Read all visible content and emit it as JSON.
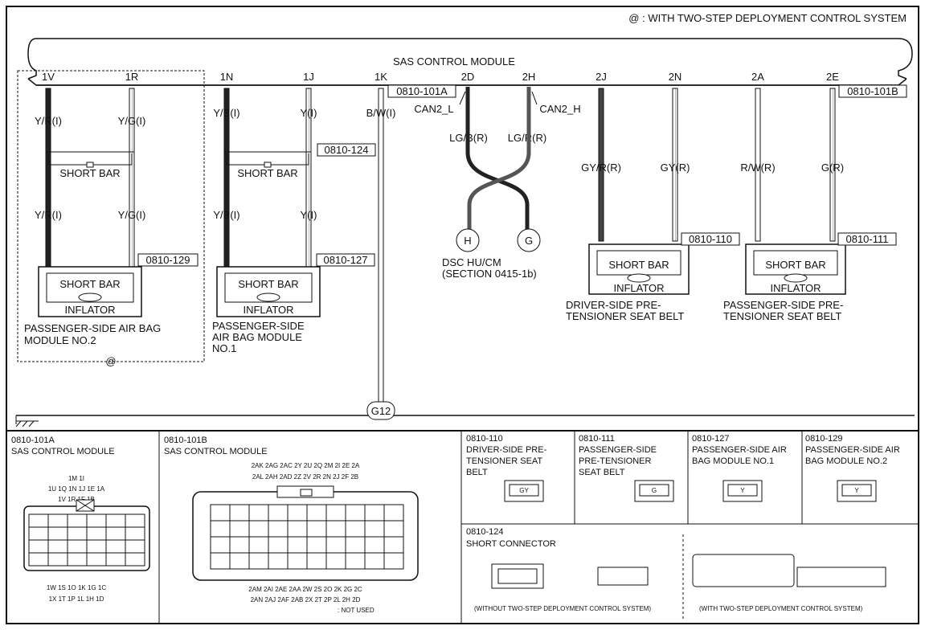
{
  "header_note": "@ : WITH TWO-STEP DEPLOYMENT CONTROL SYSTEM",
  "module_title": "SAS CONTROL MODULE",
  "at_marker": "@",
  "pins": [
    "1V",
    "1R",
    "1N",
    "1J",
    "1K",
    "2D",
    "2H",
    "2J",
    "2N",
    "2A",
    "2E"
  ],
  "wires": [
    "Y/R(I)",
    "Y/G(I)",
    "Y/B(I)",
    "Y(I)",
    "B/W(I)",
    "LG/B(R)",
    "LG/R(R)",
    "GY/R(R)",
    "GY(R)",
    "R/W(R)",
    "G(R)"
  ],
  "labels": {
    "short_bar": "SHORT BAR",
    "inflator": "INFLATOR"
  },
  "connector_ids": {
    "a101": "0810-101A",
    "b101": "0810-101B",
    "c124": "0810-124",
    "c127": "0810-127",
    "c129": "0810-129",
    "c110": "0810-110",
    "c111": "0810-111"
  },
  "can": {
    "l": "CAN2_L",
    "h": "CAN2_H",
    "node_h": "H",
    "node_g": "G"
  },
  "ground": "G12",
  "components": {
    "pass_no2_l1": "PASSENGER-SIDE AIR BAG",
    "pass_no2_l2": "MODULE NO.2",
    "pass_no1_l1": "PASSENGER-SIDE",
    "pass_no1_l2": "AIR BAG MODULE",
    "pass_no1_l3": "NO.1",
    "dsc_l1": "DSC HU/CM",
    "dsc_l2": "(SECTION 0415-1b)",
    "driver_l1": "DRIVER-SIDE PRE-",
    "driver_l2": "TENSIONER SEAT BELT",
    "passenger_l1": "PASSENGER-SIDE PRE-",
    "passenger_l2": "TENSIONER SEAT BELT"
  },
  "bottom": {
    "a101": {
      "id": "0810-101A",
      "name": "SAS CONTROL MODULE",
      "top1": "1M 1I",
      "top2": "1U 1Q 1N 1J 1E 1A",
      "top3": "1V 1R 1F 1B",
      "bot1": "1W 1S 1O 1K 1G 1C",
      "bot2": "1X 1T 1P 1L 1H 1D"
    },
    "b101": {
      "id": "0810-101B",
      "name": "SAS CONTROL MODULE",
      "top1": "2AK 2AG 2AC 2Y 2U 2Q 2M 2I 2E 2A",
      "top2": "2AL 2AH 2AD 2Z 2V 2R 2N 2J 2F 2B",
      "bot1": "2AM 2AI 2AE 2AA 2W 2S 2O 2K 2G 2C",
      "bot2": "2AN 2AJ 2AF 2AB 2X 2T 2P 2L 2H 2D",
      "note": ": NOT USED"
    },
    "c110": {
      "id": "0810-110",
      "l1": "DRIVER-SIDE PRE-",
      "l2": "TENSIONER SEAT",
      "l3": "BELT",
      "pin1": "GY"
    },
    "c111": {
      "id": "0810-111",
      "l1": "PASSENGER-SIDE",
      "l2": "PRE-TENSIONER",
      "l3": "SEAT BELT",
      "pin1": "G"
    },
    "c127": {
      "id": "0810-127",
      "l1": "PASSENGER-SIDE AIR",
      "l2": "BAG MODULE NO.1",
      "pin1": "Y"
    },
    "c129": {
      "id": "0810-129",
      "l1": "PASSENGER-SIDE AIR",
      "l2": "BAG MODULE NO.2",
      "pin1": "Y"
    },
    "c124": {
      "id": "0810-124",
      "name": "SHORT CONNECTOR",
      "note_without": "(WITHOUT TWO-STEP DEPLOYMENT CONTROL SYSTEM)",
      "note_with": "(WITH TWO-STEP DEPLOYMENT CONTROL SYSTEM)"
    }
  }
}
